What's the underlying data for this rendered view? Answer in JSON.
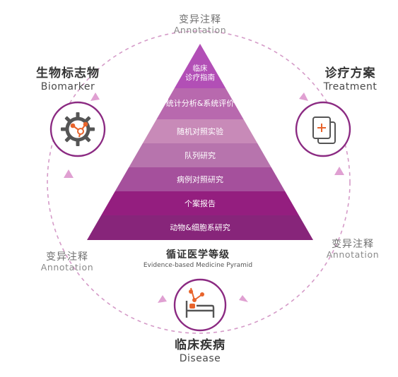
{
  "pyramid": {
    "levels": [
      {
        "label_lines": [
          "临床",
          "诊疗指南"
        ],
        "color": "#b24fb6"
      },
      {
        "label_lines": [
          "统计分析&系统评价"
        ],
        "color": "#b869ae"
      },
      {
        "label_lines": [
          "随机对照实验"
        ],
        "color": "#c88ab8"
      },
      {
        "label_lines": [
          "队列研究"
        ],
        "color": "#b774ad"
      },
      {
        "label_lines": [
          "病例对照研究"
        ],
        "color": "#a5509c"
      },
      {
        "label_lines": [
          "个案报告"
        ],
        "color": "#941e7f"
      },
      {
        "label_lines": [
          "动物&细胞系研究"
        ],
        "color": "#87257a"
      }
    ],
    "title": "循证医学等级",
    "subtitle": "Evidence-based Medicine Pyramid"
  },
  "nodes": {
    "biomarker": {
      "zh": "生物标志物",
      "en": "Biomarker"
    },
    "treatment": {
      "zh": "诊疗方案",
      "en": "Treatment"
    },
    "disease": {
      "zh": "临床疾病",
      "en": "Disease"
    }
  },
  "annotations": {
    "top": {
      "zh": "变异注释",
      "en": "Annotation"
    },
    "left": {
      "zh": "变异注释",
      "en": "Annotation"
    },
    "right": {
      "zh": "变异注释",
      "en": "Annotation"
    }
  },
  "colors": {
    "ring": "#8b2a82",
    "dashed": "#d59bc8",
    "arrow": "#e0a0d2",
    "icon_gray": "#555555",
    "icon_orange": "#e8642c"
  }
}
